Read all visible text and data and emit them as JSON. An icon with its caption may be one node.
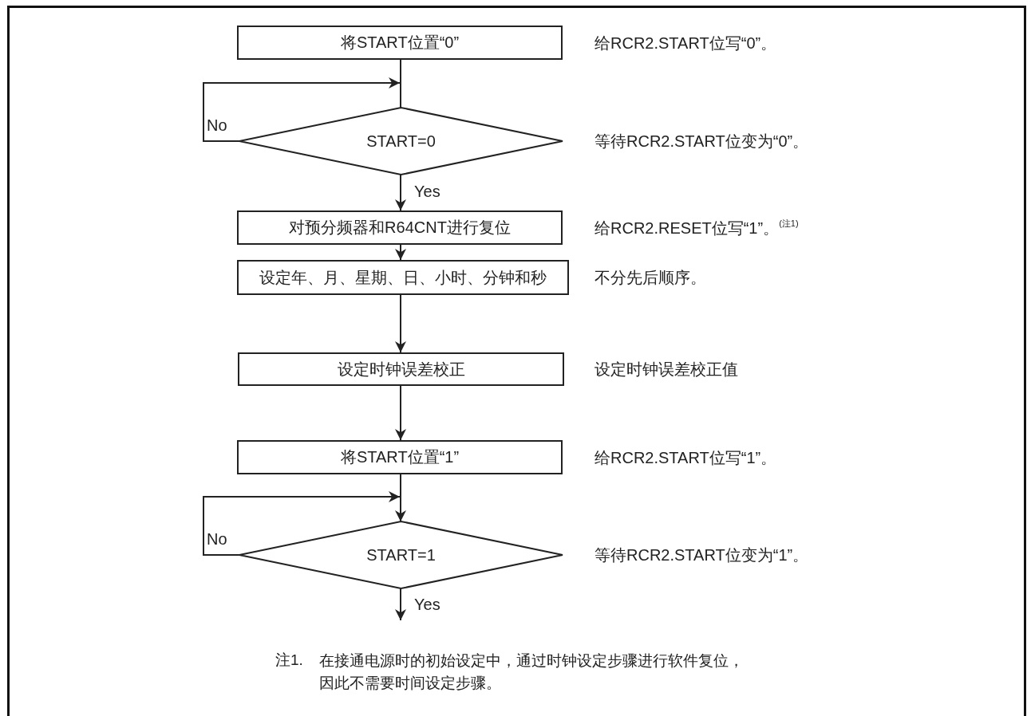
{
  "diagram": {
    "nodes": [
      {
        "text": [
          "将START位置“0”"
        ],
        "beside": [
          "给RCR2.START位写“0”。"
        ]
      },
      {
        "text": [
          "START=0"
        ],
        "beside": [
          "等待RCR2.START位变为“0”。"
        ]
      },
      {
        "text": [
          "对预分频器和R64CNT进行复位"
        ],
        "beside": [
          "给RCR2.RESET位写“1”。$^{(注1)}$"
        ]
      },
      {
        "text": [
          "设定年、月、星期、日、小时、分钟和秒"
        ],
        "beside": [
          "不分先后顺序。"
        ]
      },
      {
        "text": [
          "设定时钟误差校正"
        ],
        "beside": [
          "设定时钟误差校正值"
        ]
      },
      {
        "text": [
          "将START位置“1”"
        ],
        "beside": [
          "给RCR2.START位写“1”。"
        ]
      },
      {
        "text": [
          "START=1"
        ],
        "beside": [
          "等待RCR2.START位变为“1”。"
        ]
      }
    ],
    "edges": [
      {
        "from": 0,
        "to": 1,
        "arrow": "none"
      },
      {
        "from": 1,
        "to": 1,
        "arrow": "to",
        "label": "No"
      },
      {
        "from": 1,
        "to": 2,
        "arrow": "to",
        "label": "Yes"
      },
      {
        "from": 2,
        "to": 3,
        "arrow": "to"
      },
      {
        "from": 3,
        "to": 4,
        "arrow": "to"
      },
      {
        "from": 4,
        "to": 5,
        "arrow": "to"
      },
      {
        "from": 5,
        "to": 6,
        "arrow": "to"
      },
      {
        "from": 6,
        "to": 6,
        "arrow": "to",
        "label": "No"
      },
      {
        "from": 6,
        "to": null,
        "arrow": "to",
        "label": "Yes"
      }
    ],
    "labels": [
      "注1.",
      "在接通电源时的初始设定中，通过时钟设定步骤进行软件复位，因此不需要时间设定步骤。"
    ]
  }
}
